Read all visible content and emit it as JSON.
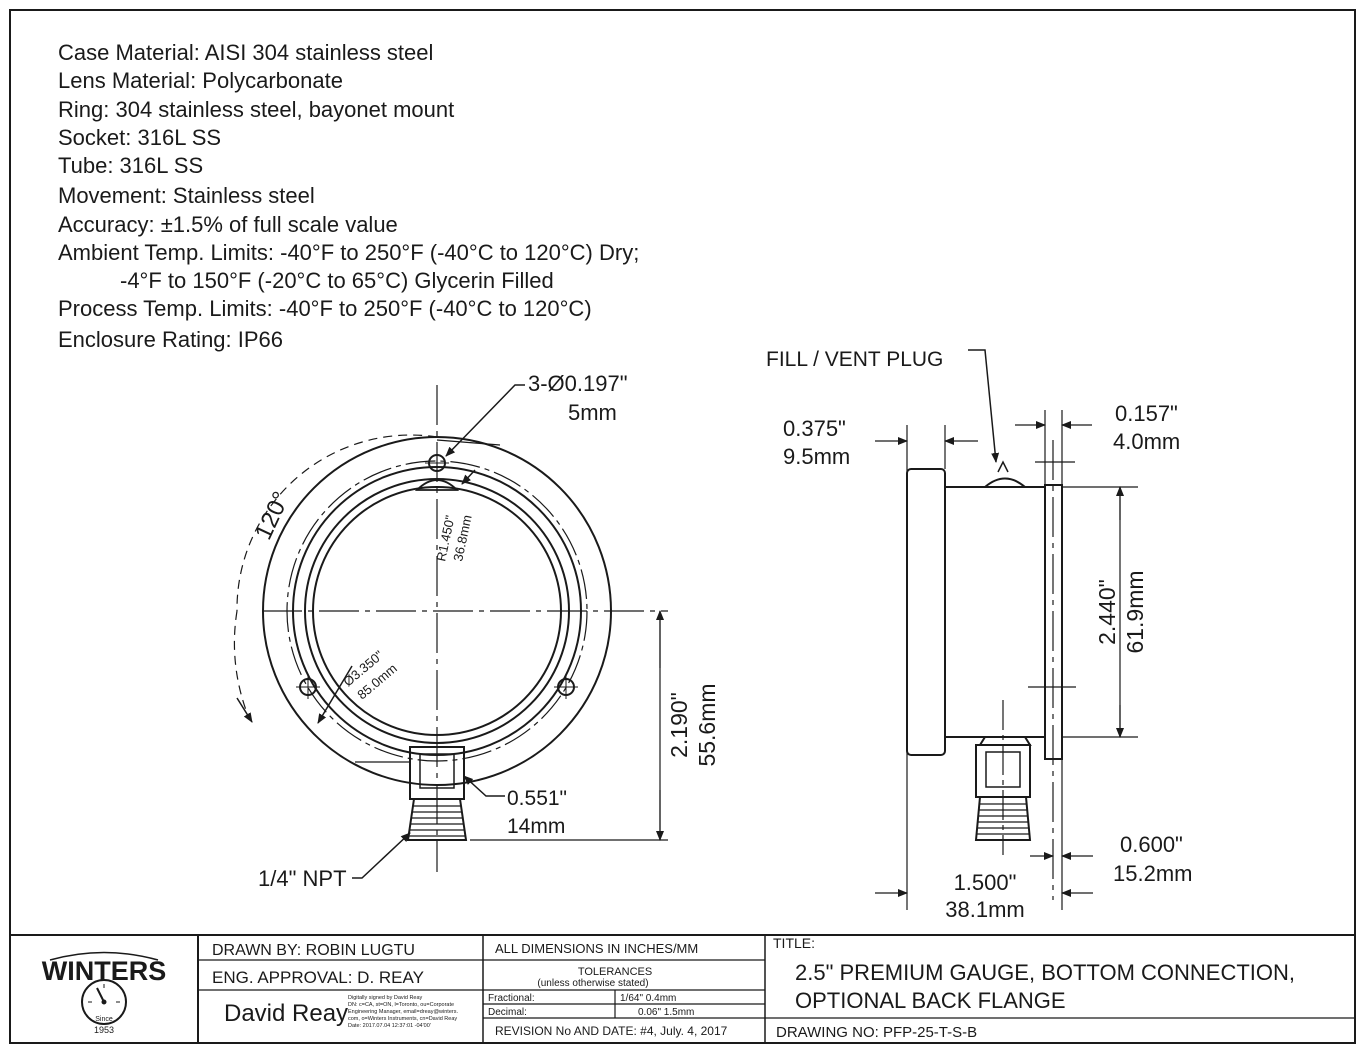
{
  "specs": {
    "case": "Case Material: AISI 304 stainless steel",
    "lens": "Lens Material: Polycarbonate",
    "ring": "Ring: 304 stainless steel, bayonet mount",
    "socket": "Socket:  316L  SS",
    "tube": "Tube:  316L  SS",
    "movement": "Movement: Stainless steel",
    "accuracy": "Accuracy: ±1.5% of full scale value",
    "ambient_1": "Ambient Temp. Limits: -40°F to 250°F (-40°C to 120°C) Dry;",
    "ambient_2": "-4°F to 150°F (-20°C to 65°C) Glycerin Filled",
    "process": "Process Temp. Limits: -40°F to 250°F (-40°C to 120°C)",
    "enclosure": "Enclosure Rating: IP66"
  },
  "front_view": {
    "holes_in": "3-Ø0.197\"",
    "holes_mm": "5mm",
    "angle": "120°",
    "radius_in": "R1.450\"",
    "radius_mm": "36.8mm",
    "bolt_dia_in": "Ø3.350\"",
    "bolt_dia_mm": "85.0mm",
    "hex_in": "0.551\"",
    "hex_mm": "14mm",
    "height_in": "2.190\"",
    "height_mm": "55.6mm",
    "thread": "1/4\" NPT"
  },
  "side_view": {
    "vent_plug": "FILL / VENT PLUG",
    "ring_in": "0.375\"",
    "ring_mm": "9.5mm",
    "flange_in": "0.157\"",
    "flange_mm": "4.0mm",
    "case_dia_in": "2.440\"",
    "case_dia_mm": "61.9mm",
    "depth_in": "1.500\"",
    "depth_mm": "38.1mm",
    "flange_gap_in": "0.600\"",
    "flange_gap_mm": "15.2mm"
  },
  "title_block": {
    "logo": "WINTERS",
    "logo_since": "Since",
    "logo_year": "1953",
    "drawn_by": "DRAWN BY: ROBIN LUGTU",
    "eng_approval": "ENG. APPROVAL: D. REAY",
    "signature": "David Reay",
    "sig_note_1": "Digitally signed by David Reay",
    "sig_note_2": "DN: c=CA, st=ON, l=Toronto, ou=Corporate",
    "sig_note_3": "Engineering Manager, email=dreay@winters.",
    "sig_note_4": "com, o=Winters Instruments, cn=David Reay",
    "sig_note_5": "Date: 2017.07.04 12:37:01 -04'00'",
    "units": "ALL DIMENSIONS IN INCHES/MM",
    "tolerances": "TOLERANCES",
    "tolerances_note": "(unless otherwise stated)",
    "fractional_label": "Fractional:",
    "fractional_value": "1/64\" 0.4mm",
    "decimal_label": "Decimal:",
    "decimal_value": "0.06\" 1.5mm",
    "revision": "REVISION No AND DATE: #4, July. 4, 2017",
    "title_label": "TITLE:",
    "title_line1": "2.5\" PREMIUM GAUGE, BOTTOM CONNECTION,",
    "title_line2": "OPTIONAL BACK FLANGE",
    "drawing_no": "DRAWING NO: PFP-25-T-S-B"
  }
}
